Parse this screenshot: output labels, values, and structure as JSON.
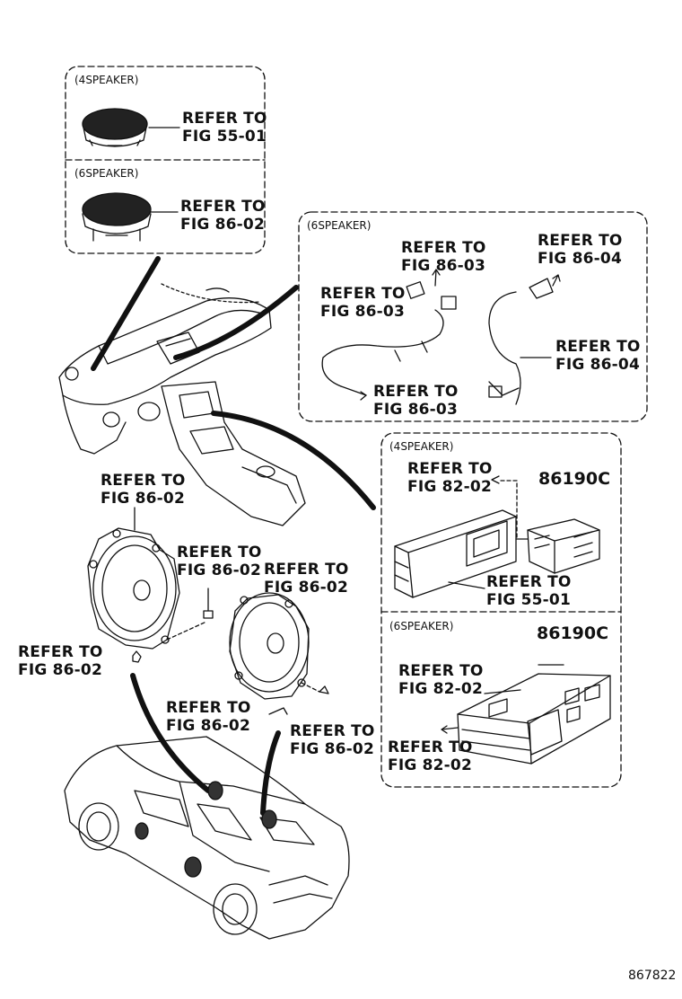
{
  "boxes": {
    "top_4speaker": "(4SPEAKER)",
    "top_6speaker": "(6SPEAKER)",
    "harness_6speaker": "(6SPEAKER)",
    "unit_4speaker": "(4SPEAKER)",
    "unit_6speaker": "(6SPEAKER)"
  },
  "callouts": [
    {
      "id": "tweeter-4sp",
      "line1": "REFER TO",
      "line2": "FIG 55-01"
    },
    {
      "id": "tweeter-6sp",
      "line1": "REFER TO",
      "line2": "FIG 86-02"
    },
    {
      "id": "harness-a",
      "line1": "REFER TO",
      "line2": "FIG 86-03"
    },
    {
      "id": "harness-b",
      "line1": "REFER TO",
      "line2": "FIG 86-04"
    },
    {
      "id": "harness-c",
      "line1": "REFER TO",
      "line2": "FIG 86-03"
    },
    {
      "id": "harness-d",
      "line1": "REFER TO",
      "line2": "FIG 86-04"
    },
    {
      "id": "harness-e",
      "line1": "REFER TO",
      "line2": "FIG 86-03"
    },
    {
      "id": "unit4-a",
      "line1": "REFER TO",
      "line2": "FIG 82-02"
    },
    {
      "id": "unit4-b",
      "line1": "REFER TO",
      "line2": "FIG 55-01"
    },
    {
      "id": "front-speaker",
      "line1": "REFER TO",
      "line2": "FIG 86-02"
    },
    {
      "id": "front-screw",
      "line1": "REFER TO",
      "line2": "FIG 86-02"
    },
    {
      "id": "rear-speaker",
      "line1": "REFER TO",
      "line2": "FIG 86-02"
    },
    {
      "id": "left-screw",
      "line1": "REFER TO",
      "line2": "FIG 86-02"
    },
    {
      "id": "rear-screw-a",
      "line1": "REFER TO",
      "line2": "FIG 86-02"
    },
    {
      "id": "rear-screw-b",
      "line1": "REFER TO",
      "line2": "FIG 86-02"
    },
    {
      "id": "unit6-a",
      "line1": "REFER TO",
      "line2": "FIG 82-02"
    },
    {
      "id": "unit6-b",
      "line1": "REFER TO",
      "line2": "FIG 82-02"
    }
  ],
  "parts": {
    "switch_4sp": "86190C",
    "switch_6sp": "86190C"
  },
  "drawing_code": "867822"
}
